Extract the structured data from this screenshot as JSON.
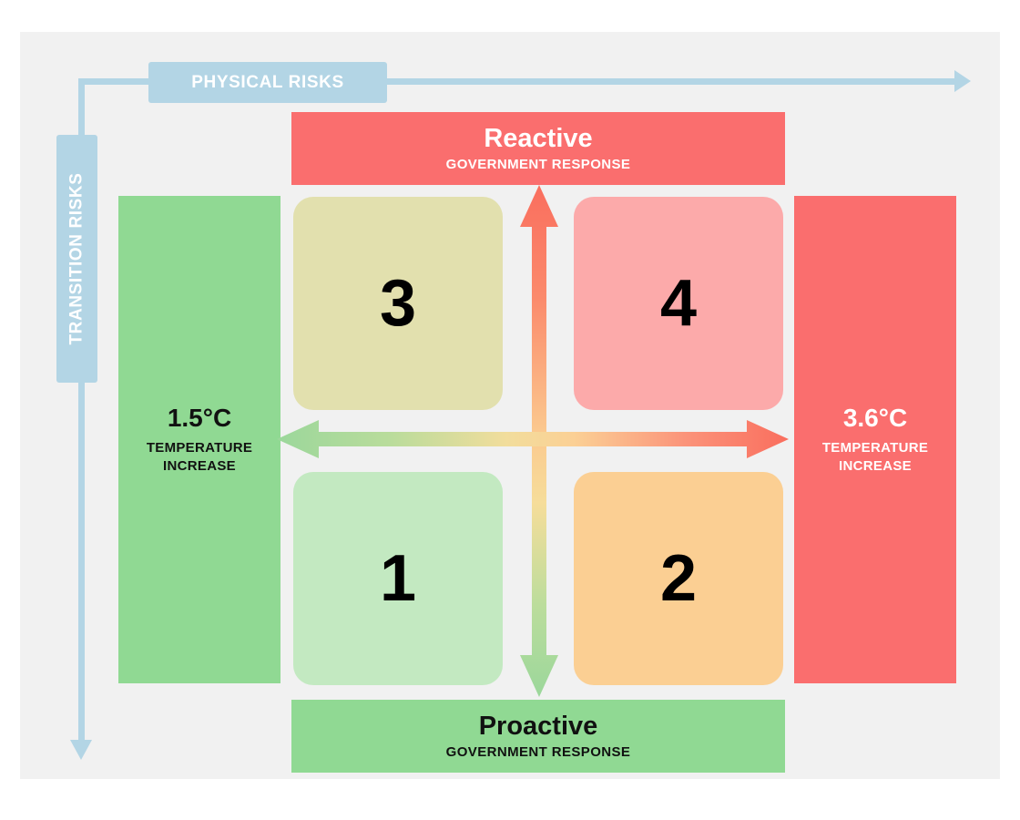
{
  "axes": {
    "horizontal_label": "PHYSICAL RISKS",
    "vertical_label": "TRANSITION RISKS",
    "chip_color": "#b3d5e5"
  },
  "banners": {
    "top": {
      "title": "Reactive",
      "subtitle": "GOVERNMENT RESPONSE",
      "color": "#fa6e6e",
      "text_color": "#ffffff"
    },
    "bottom": {
      "title": "Proactive",
      "subtitle": "GOVERNMENT RESPONSE",
      "color": "#90d993",
      "text_color": "#111111"
    }
  },
  "side_bars": {
    "left": {
      "temperature": "1.5°C",
      "caption": "TEMPERATURE INCREASE",
      "color": "#90d993",
      "text_color": "#111111"
    },
    "right": {
      "temperature": "3.6°C",
      "caption": "TEMPERATURE INCREASE",
      "color": "#fa6e6e",
      "text_color": "#ffffff"
    }
  },
  "quadrants": [
    {
      "id": "1",
      "label": "1",
      "color": "#c3e9c1",
      "position": "bottom-left"
    },
    {
      "id": "2",
      "label": "2",
      "color": "#fbcf93",
      "position": "bottom-right"
    },
    {
      "id": "3",
      "label": "3",
      "color": "#e2e0ae",
      "position": "top-left"
    },
    {
      "id": "4",
      "label": "4",
      "color": "#fcaaaa",
      "position": "top-right"
    }
  ],
  "gradient_arrows": {
    "vertical": {
      "top_color": "#fa6e5e",
      "middle_color": "#fbcf93",
      "bottom_color": "#9bd79b",
      "direction": "double"
    },
    "horizontal": {
      "left_color": "#9bd79b",
      "middle_color": "#f6dd9a",
      "right_color": "#fa6e5e",
      "direction": "double"
    }
  },
  "background": {
    "page": "#ffffff",
    "card": "#f1f1f1"
  }
}
